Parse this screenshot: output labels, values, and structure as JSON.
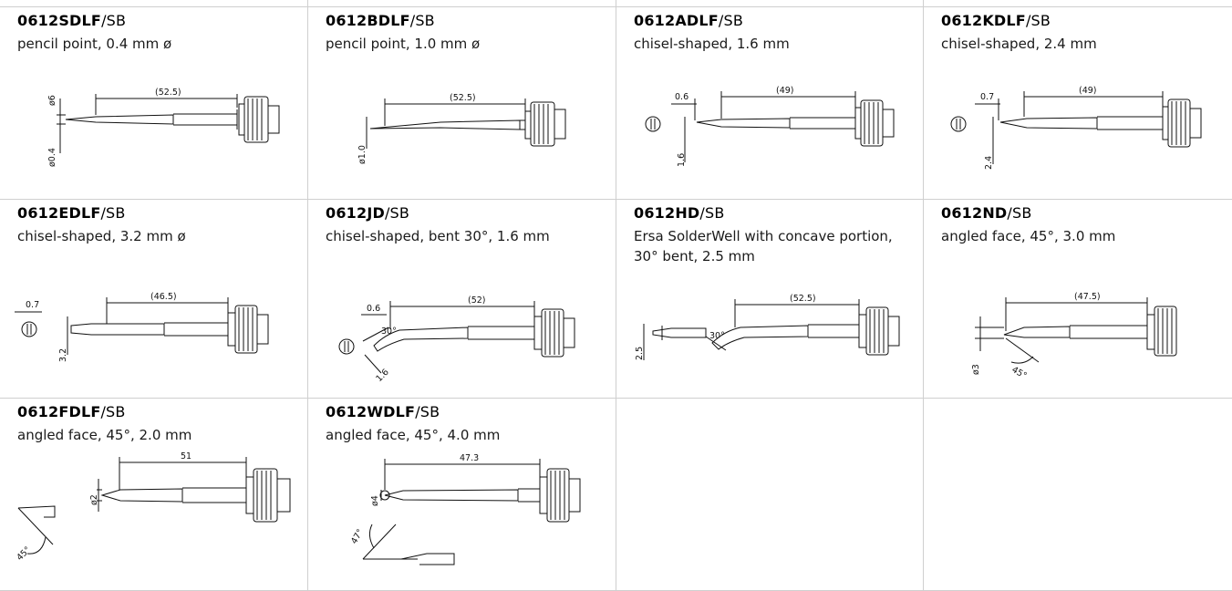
{
  "tips": [
    {
      "code": "0612SDLF/SB",
      "code_bold": "0612SDLF",
      "code_suffix": "/SB",
      "desc": "pencil point, 0.4 mm ø",
      "dim_length": "(52.5)",
      "dim_a": "ø6",
      "dim_b": "ø0.4"
    },
    {
      "code": "0612BDLF/SB",
      "code_bold": "0612BDLF",
      "code_suffix": "/SB",
      "desc": "pencil point, 1.0 mm ø",
      "dim_length": "(52.5)",
      "dim_a": "ø1.0"
    },
    {
      "code": "0612ADLF/SB",
      "code_bold": "0612ADLF",
      "code_suffix": "/SB",
      "desc": "chisel-shaped, 1.6 mm",
      "dim_length": "(49)",
      "dim_a": "0.6",
      "dim_b": "1.6"
    },
    {
      "code": "0612KDLF/SB",
      "code_bold": "0612KDLF",
      "code_suffix": "/SB",
      "desc": "chisel-shaped, 2.4 mm",
      "dim_length": "(49)",
      "dim_a": "0.7",
      "dim_b": "2.4"
    },
    {
      "code": "0612EDLF/SB",
      "code_bold": "0612EDLF",
      "code_suffix": "/SB",
      "desc": "chisel-shaped, 3.2 mm ø",
      "dim_length": "(46.5)",
      "dim_a": "0.7",
      "dim_b": "3.2"
    },
    {
      "code": "0612JD/SB",
      "code_bold": "0612JD",
      "code_suffix": "/SB",
      "desc": "chisel-shaped, bent 30°, 1.6 mm",
      "dim_length": "(52)",
      "dim_a": "0.6",
      "dim_b": "1.6",
      "dim_angle": "30°"
    },
    {
      "code": "0612HD/SB",
      "code_bold": "0612HD",
      "code_suffix": "/SB",
      "desc": "Ersa SolderWell with concave portion, 30° bent, 2.5 mm",
      "dim_length": "(52.5)",
      "dim_a": "2.5",
      "dim_angle": "30°"
    },
    {
      "code": "0612ND/SB",
      "code_bold": "0612ND",
      "code_suffix": "/SB",
      "desc": "angled face, 45°, 3.0 mm",
      "dim_length": "(47.5)",
      "dim_a": "ø3",
      "dim_angle": "45°"
    },
    {
      "code": "0612FDLF/SB",
      "code_bold": "0612FDLF",
      "code_suffix": "/SB",
      "desc": "angled face, 45°, 2.0 mm",
      "dim_length": "51",
      "dim_a": "ø2",
      "dim_angle": "45°"
    },
    {
      "code": "0612WDLF/SB",
      "code_bold": "0612WDLF",
      "code_suffix": "/SB",
      "desc": "angled face, 45°, 4.0 mm",
      "dim_length": "47.3",
      "dim_a": "ø4",
      "dim_angle": "47°"
    }
  ]
}
